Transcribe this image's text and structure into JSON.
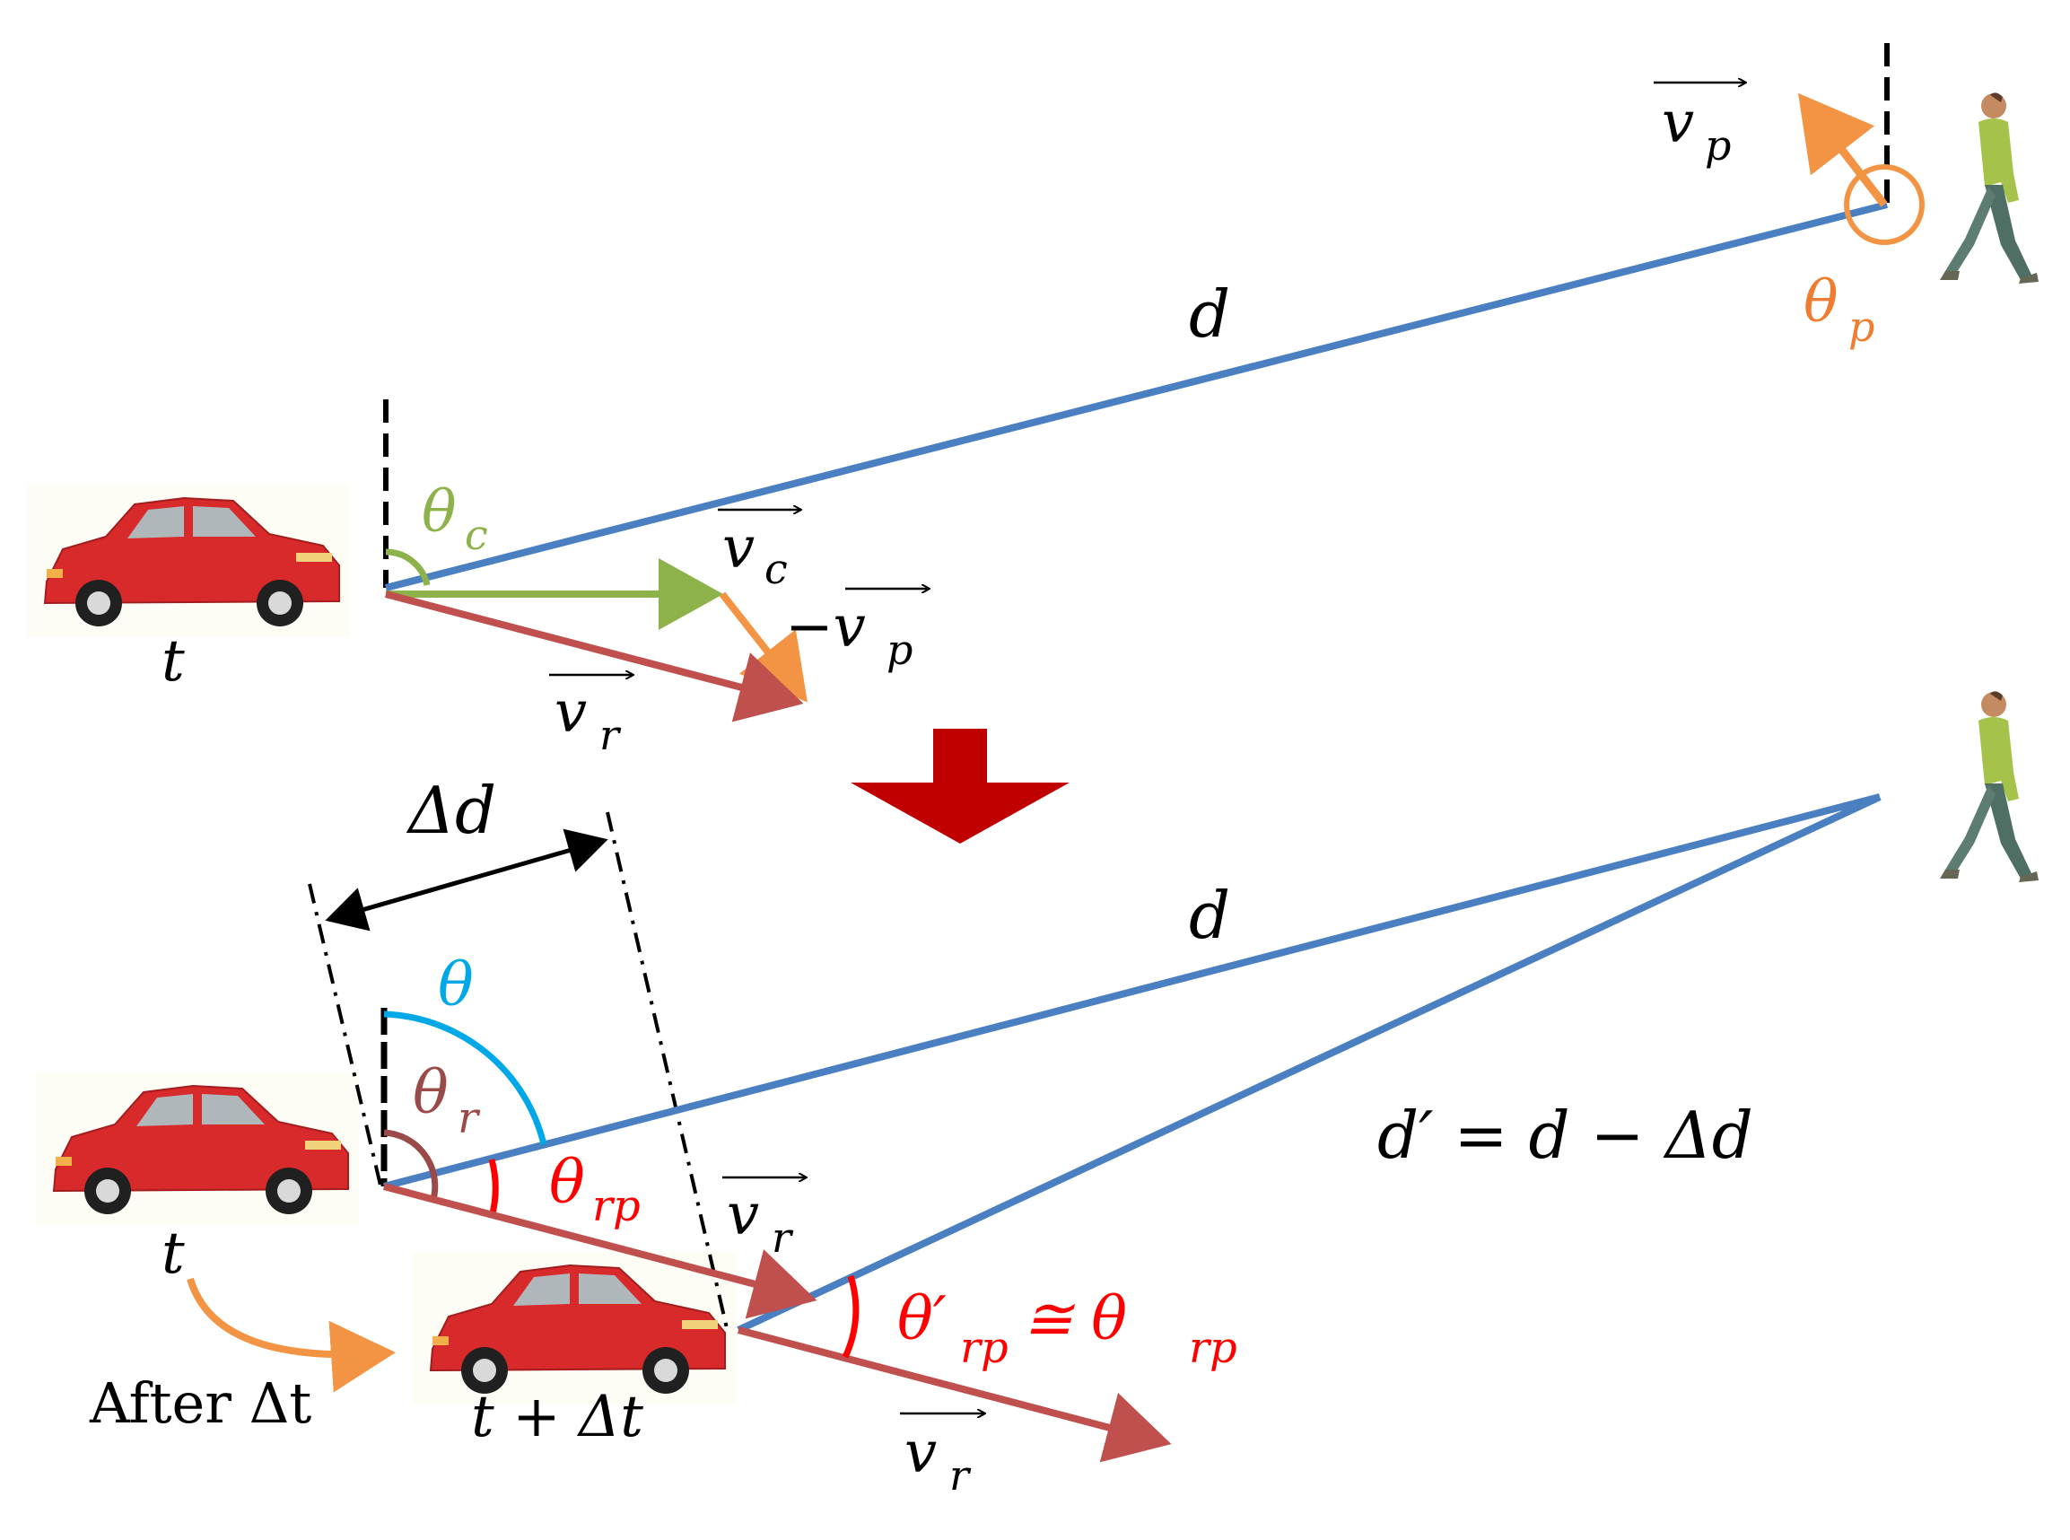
{
  "colors": {
    "blue": "#4a7fc1",
    "green": "#8db24a",
    "orange": "#f29444",
    "brown_red": "#c0504d",
    "red": "#ff0000",
    "cyan": "#00a8e8",
    "dark_red_arrow": "#c00000",
    "black": "#000000",
    "theta_r_color": "#9b4a4a",
    "theta_p_color": "#ee7d32"
  },
  "top_scene": {
    "vp_label": "v",
    "vp_sub": "p",
    "theta_p_label": "θ",
    "theta_p_sub": "p",
    "d_label": "d",
    "theta_c_label": "θ",
    "theta_c_sub": "c",
    "vc_label": "v",
    "vc_sub": "c",
    "minus_vp_label": "−v",
    "minus_vp_sub": "p",
    "vr_label": "v",
    "vr_sub": "r",
    "car_time_label": "t"
  },
  "bottom_scene": {
    "delta_d_label": "Δd",
    "d_label": "d",
    "theta_label": "θ",
    "theta_r_label": "θ",
    "theta_r_sub": "r",
    "theta_rp_label": "θ",
    "theta_rp_sub": "rp",
    "vr1_label": "v",
    "vr1_sub": "r",
    "vr2_label": "v",
    "vr2_sub": "r",
    "theta_rp_prime_label": "θ′",
    "theta_rp_prime_sub": "rp",
    "approx_label": " ≅ θ",
    "approx_sub": "rp",
    "d_prime_eq": "d′ = d − Δd",
    "car1_time_label": "t",
    "car2_time_label": "t + Δt",
    "after_label": "After Δt"
  }
}
